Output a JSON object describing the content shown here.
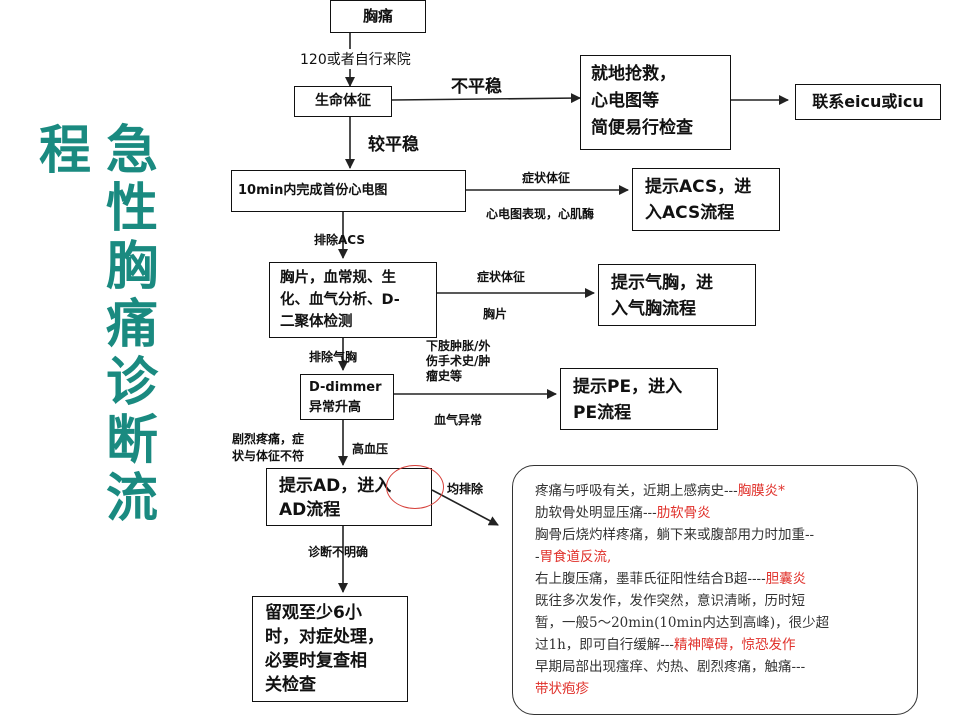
{
  "title_chars_right": [
    "急",
    "性",
    "胸",
    "痛",
    "诊",
    "断",
    "流"
  ],
  "title_chars_left": [
    "程"
  ],
  "boxes": {
    "chest_pain": "胸痛",
    "vital_signs": "生命体征",
    "rescue": [
      "就地抢救，",
      "心电图等",
      "简便易行检查"
    ],
    "contact_eicu": "联系eicu或icu",
    "ecg": "10min内完成首份心电图",
    "acs": [
      "提示ACS，进",
      "入ACS流程"
    ],
    "tests": [
      "胸片，血常规、生",
      "化、血气分析、D-",
      "二聚体检测"
    ],
    "pneumothorax": [
      "提示气胸，进",
      "入气胸流程"
    ],
    "ddimer": [
      "D-dimmer",
      "异常升高"
    ],
    "pe": [
      "提示PE，进入",
      "PE流程"
    ],
    "ad": [
      "提示AD，进入",
      "AD流程"
    ],
    "observe": [
      "留观至少6小",
      "时，对症处理，",
      "必要时复查相",
      "关检查"
    ]
  },
  "labels": {
    "arrival": "120或者自行来院",
    "unstable": "不平稳",
    "stable": "较平稳",
    "symptoms_signs_1": "症状体征",
    "ecg_enzyme": "心电图表现，心肌酶",
    "exclude_acs": "排除ACS",
    "symptoms_signs_2": "症状体征",
    "chest_xray": "胸片",
    "exclude_pneumo": "排除气胸",
    "pe_history": [
      "下肢肿胀/外",
      "伤手术史/肿",
      "瘤史等"
    ],
    "blood_gas": "血气异常",
    "severe_pain": [
      "剧烈疼痛，症",
      "状与体征不符"
    ],
    "hypertension": "高血压",
    "all_excluded": "均排除",
    "unclear_dx": "诊断不明确"
  },
  "differential": [
    {
      "text": "疼痛与呼吸有关，近期上感病史---",
      "dx": "胸膜炎*"
    },
    {
      "text": "肋软骨处明显压痛---",
      "dx": "肋软骨炎"
    },
    {
      "text": "胸骨后烧灼样疼痛，躺下来或腹部用力时加重--",
      "dx": ""
    },
    {
      "text": "-",
      "dx": "胃食道反流,"
    },
    {
      "text": "右上腹压痛，墨菲氏征阳性结合B超----",
      "dx": "胆囊炎"
    },
    {
      "text": "既往多次发作，发作突然，意识清晰，历时短",
      "dx": ""
    },
    {
      "text": "暂，一般5～20min(10min内达到高峰)，很少超",
      "dx": ""
    },
    {
      "text": "过1h，即可自行缓解---",
      "dx": "精神障碍，惊恐发作"
    },
    {
      "text": "早期局部出现瘙痒、灼热、剧烈疼痛，触痛---",
      "dx": ""
    },
    {
      "text": "",
      "dx": "带状疱疹"
    }
  ],
  "colors": {
    "title": "#1a8a80",
    "highlight": "#e0302a",
    "circle": "#d6403a"
  }
}
